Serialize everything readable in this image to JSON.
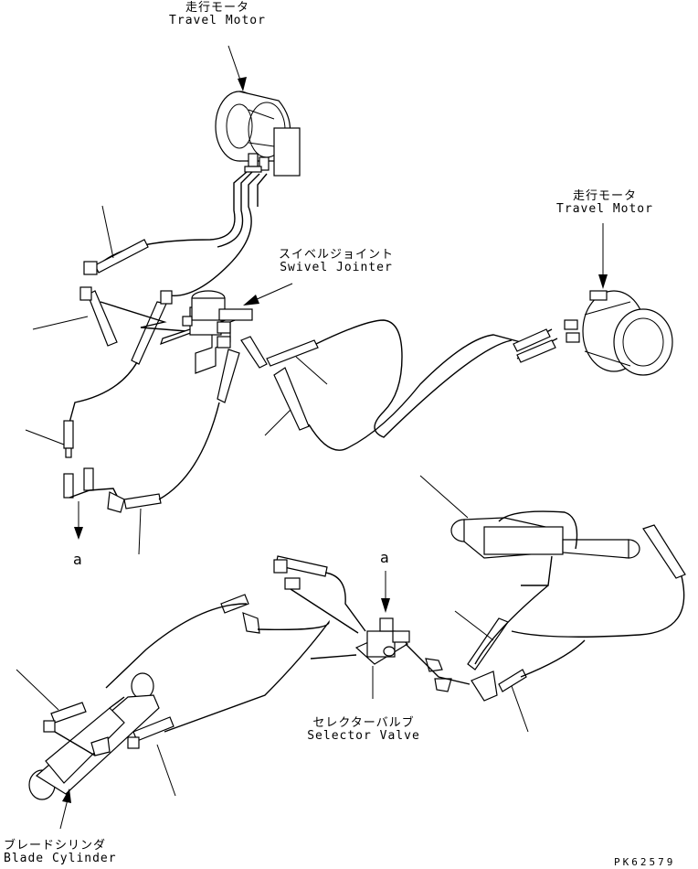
{
  "labels": {
    "travel_motor_top": {
      "jp": "走行モータ",
      "en": "Travel Motor"
    },
    "travel_motor_right": {
      "jp": "走行モータ",
      "en": "Travel Motor"
    },
    "swivel_joint": {
      "jp": "スイベルジョイント",
      "en": "Swivel Jointer"
    },
    "selector_valve": {
      "jp": "セレクターバルブ",
      "en": "Selector Valve"
    },
    "blade_cylinder": {
      "jp": "ブレードシリンダ",
      "en": "Blade Cylinder"
    },
    "ref_a_left": "a",
    "ref_a_valve": "a"
  },
  "drawing_code": "PK62579"
}
